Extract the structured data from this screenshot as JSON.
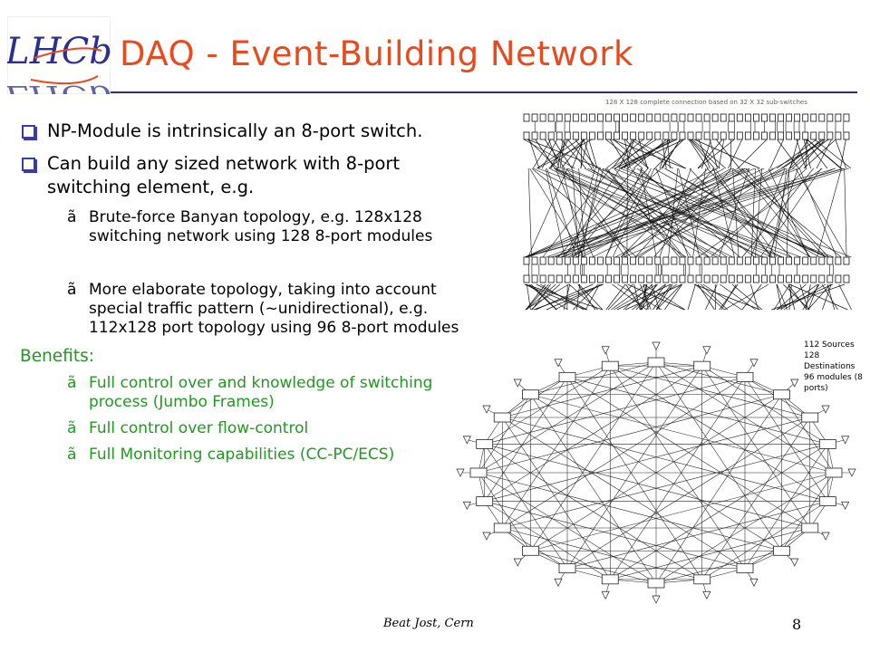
{
  "slide": {
    "title": "DAQ - Event-Building Network",
    "logo_text": "LHCb"
  },
  "bullets": [
    {
      "text": "NP-Module is intrinsically an 8-port switch."
    },
    {
      "text": "Can build any sized network with 8-port switching element, e.g."
    }
  ],
  "sub_bullets": [
    {
      "text": "Brute-force Banyan topology, e.g. 128x128 switching network using 128 8-port modules"
    },
    {
      "text": "More elaborate topology, taking into account special traffic pattern (~unidirectional), e.g. 112x128 port topology using 96 8-port modules"
    }
  ],
  "benefits": {
    "heading": "Benefits:",
    "items": [
      {
        "text": "Full control over and knowledge of switching process (Jumbo Frames)"
      },
      {
        "text": "Full control over flow-control"
      },
      {
        "text": "Full Monitoring capabilities (CC-PC/ECS)"
      }
    ]
  },
  "symbols": {
    "arrow": "ã"
  },
  "figure1": {
    "caption": "128 X 128 complete connection based on 32 X 32 sub-switches"
  },
  "figure2": {
    "legend": [
      "112 Sources",
      "128 Destinations",
      "96 modules (8 ports)"
    ]
  },
  "footer": {
    "author": "Beat Jost, Cern",
    "page": "8"
  },
  "colors": {
    "title": "#e8491d",
    "rule": "#2a2a9a",
    "benefits": "#1f9a1f",
    "bullet_box": "#3a3ab0"
  }
}
